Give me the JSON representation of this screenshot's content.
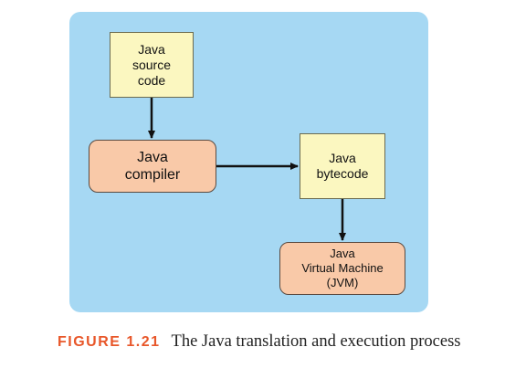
{
  "diagram": {
    "source": {
      "lines": [
        "Java",
        "source",
        "code"
      ]
    },
    "compiler": {
      "lines": [
        "Java",
        "compiler"
      ]
    },
    "bytecode": {
      "lines": [
        "Java",
        "bytecode"
      ]
    },
    "jvm": {
      "lines": [
        "Java",
        "Virtual Machine",
        "(JVM)"
      ]
    }
  },
  "caption": {
    "label": "FIGURE 1.21",
    "text": "The Java translation and execution process"
  },
  "colors": {
    "panel": "#a6d8f3",
    "file_box": "#fbf7c0",
    "tool_box": "#f9c9a8",
    "caption_label": "#e8572a"
  }
}
